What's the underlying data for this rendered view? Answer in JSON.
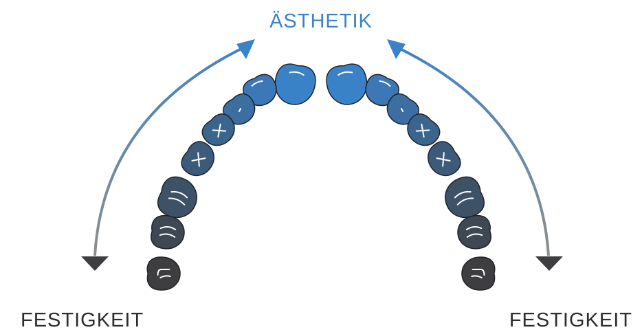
{
  "title": "ÄSTHETIK",
  "left_label": "FESTIGKEIT",
  "right_label": "FESTIGKEIT",
  "colors": {
    "aesthetic": "#3a82c8",
    "strength": "#3e3e40",
    "tooth_stroke": "#1e2329",
    "marking": "#ffffff",
    "arrow_gray": "#8e8e8e"
  },
  "teeth": [
    {
      "name": "central-incisor",
      "marking": "line"
    },
    {
      "name": "lateral-incisor",
      "marking": "line"
    },
    {
      "name": "canine",
      "marking": "dot"
    },
    {
      "name": "first-premolar",
      "marking": "cross"
    },
    {
      "name": "second-premolar",
      "marking": "cross"
    },
    {
      "name": "first-molar",
      "marking": "double-curve"
    },
    {
      "name": "second-molar",
      "marking": "double-curve"
    },
    {
      "name": "third-molar",
      "marking": "hook"
    }
  ]
}
